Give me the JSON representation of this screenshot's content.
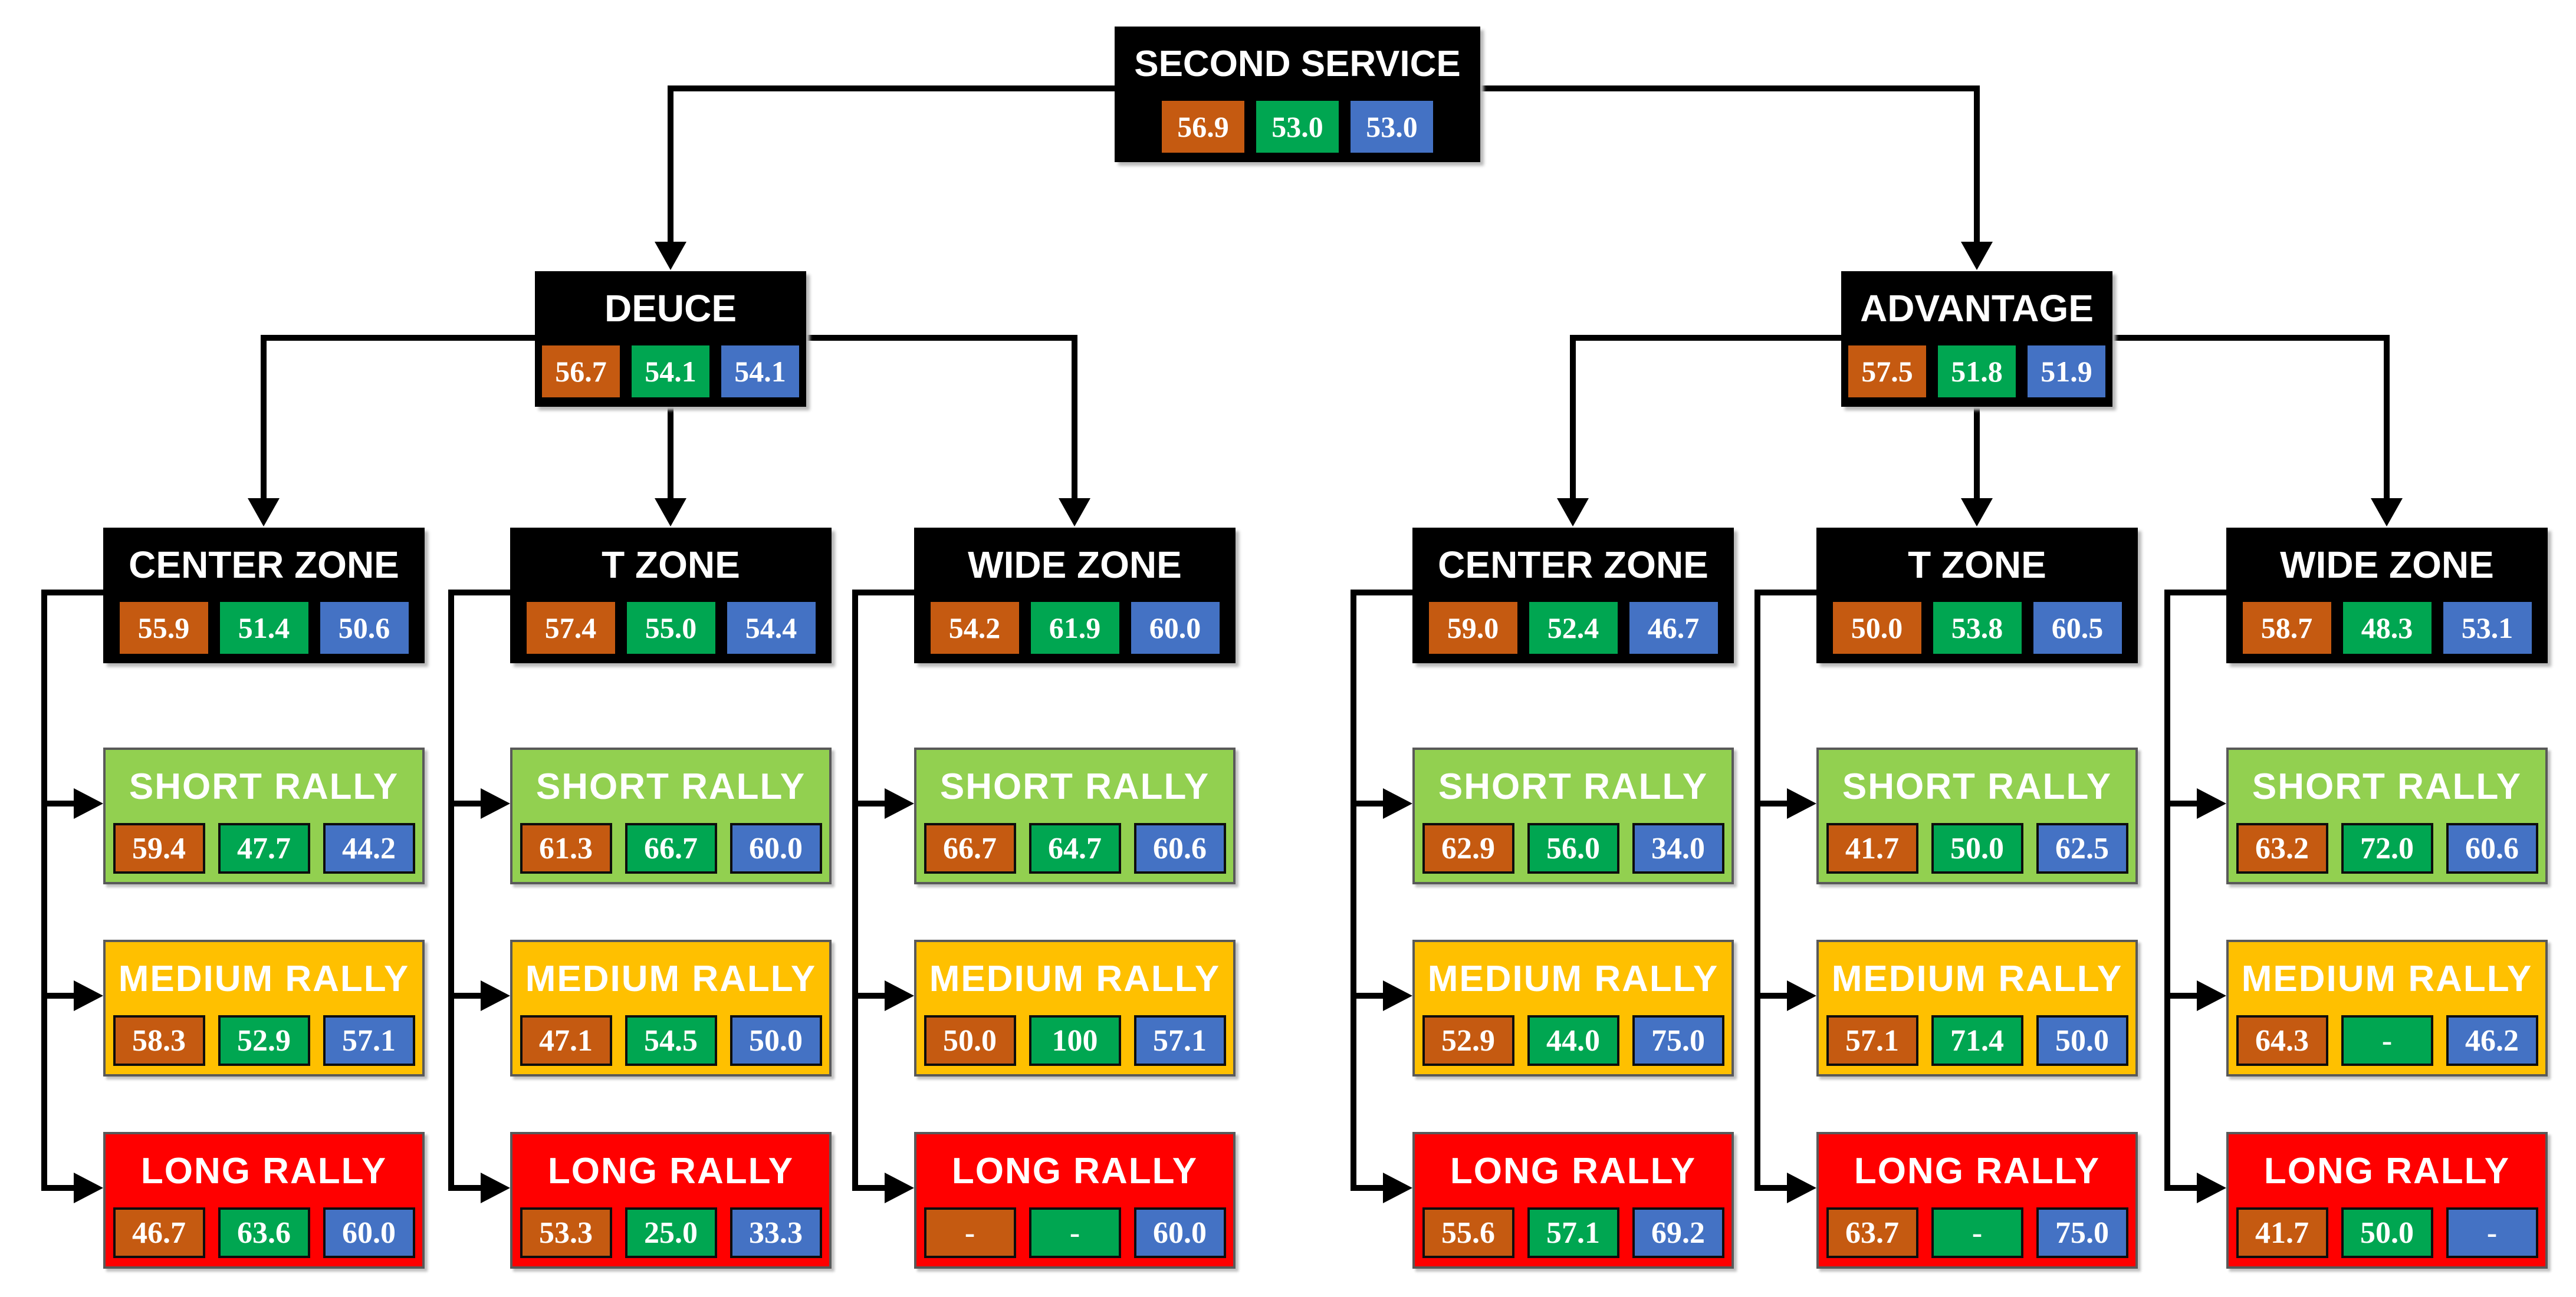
{
  "palette": {
    "node_background": "#000000",
    "stat_orange": "#C55A11",
    "stat_green": "#00A651",
    "stat_blue": "#4472C4",
    "short_rally_green": "#92D050",
    "medium_rally_yellow": "#FFC000",
    "long_rally_red": "#FF0000",
    "text": "#FFFFFF",
    "connector": "#000000"
  },
  "root": {
    "label": "SECOND SERVICE",
    "values": [
      "56.9",
      "53.0",
      "53.0"
    ]
  },
  "sides": [
    {
      "label": "DEUCE",
      "values": [
        "56.7",
        "54.1",
        "54.1"
      ],
      "zones": [
        {
          "label": "CENTER ZONE",
          "values": [
            "55.9",
            "51.4",
            "50.6"
          ],
          "rallies": [
            {
              "label": "SHORT RALLY",
              "values": [
                "59.4",
                "47.7",
                "44.2"
              ]
            },
            {
              "label": "MEDIUM RALLY",
              "values": [
                "58.3",
                "52.9",
                "57.1"
              ]
            },
            {
              "label": "LONG RALLY",
              "values": [
                "46.7",
                "63.6",
                "60.0"
              ]
            }
          ]
        },
        {
          "label": "T ZONE",
          "values": [
            "57.4",
            "55.0",
            "54.4"
          ],
          "rallies": [
            {
              "label": "SHORT RALLY",
              "values": [
                "61.3",
                "66.7",
                "60.0"
              ]
            },
            {
              "label": "MEDIUM RALLY",
              "values": [
                "47.1",
                "54.5",
                "50.0"
              ]
            },
            {
              "label": "LONG RALLY",
              "values": [
                "53.3",
                "25.0",
                "33.3"
              ]
            }
          ]
        },
        {
          "label": "WIDE ZONE",
          "values": [
            "54.2",
            "61.9",
            "60.0"
          ],
          "rallies": [
            {
              "label": "SHORT RALLY",
              "values": [
                "66.7",
                "64.7",
                "60.6"
              ]
            },
            {
              "label": "MEDIUM RALLY",
              "values": [
                "50.0",
                "100",
                "57.1"
              ]
            },
            {
              "label": "LONG RALLY",
              "values": [
                "-",
                "-",
                "60.0"
              ]
            }
          ]
        }
      ]
    },
    {
      "label": "ADVANTAGE",
      "values": [
        "57.5",
        "51.8",
        "51.9"
      ],
      "zones": [
        {
          "label": "CENTER ZONE",
          "values": [
            "59.0",
            "52.4",
            "46.7"
          ],
          "rallies": [
            {
              "label": "SHORT RALLY",
              "values": [
                "62.9",
                "56.0",
                "34.0"
              ]
            },
            {
              "label": "MEDIUM RALLY",
              "values": [
                "52.9",
                "44.0",
                "75.0"
              ]
            },
            {
              "label": "LONG RALLY",
              "values": [
                "55.6",
                "57.1",
                "69.2"
              ]
            }
          ]
        },
        {
          "label": "T ZONE",
          "values": [
            "50.0",
            "53.8",
            "60.5"
          ],
          "rallies": [
            {
              "label": "SHORT RALLY",
              "values": [
                "41.7",
                "50.0",
                "62.5"
              ]
            },
            {
              "label": "MEDIUM RALLY",
              "values": [
                "57.1",
                "71.4",
                "50.0"
              ]
            },
            {
              "label": "LONG RALLY",
              "values": [
                "63.7",
                "-",
                "75.0"
              ]
            }
          ]
        },
        {
          "label": "WIDE ZONE",
          "values": [
            "58.7",
            "48.3",
            "53.1"
          ],
          "rallies": [
            {
              "label": "SHORT RALLY",
              "values": [
                "63.2",
                "72.0",
                "60.6"
              ]
            },
            {
              "label": "MEDIUM RALLY",
              "values": [
                "64.3",
                "-",
                "46.2"
              ]
            },
            {
              "label": "LONG RALLY",
              "values": [
                "41.7",
                "50.0",
                "-"
              ]
            }
          ]
        }
      ]
    }
  ]
}
